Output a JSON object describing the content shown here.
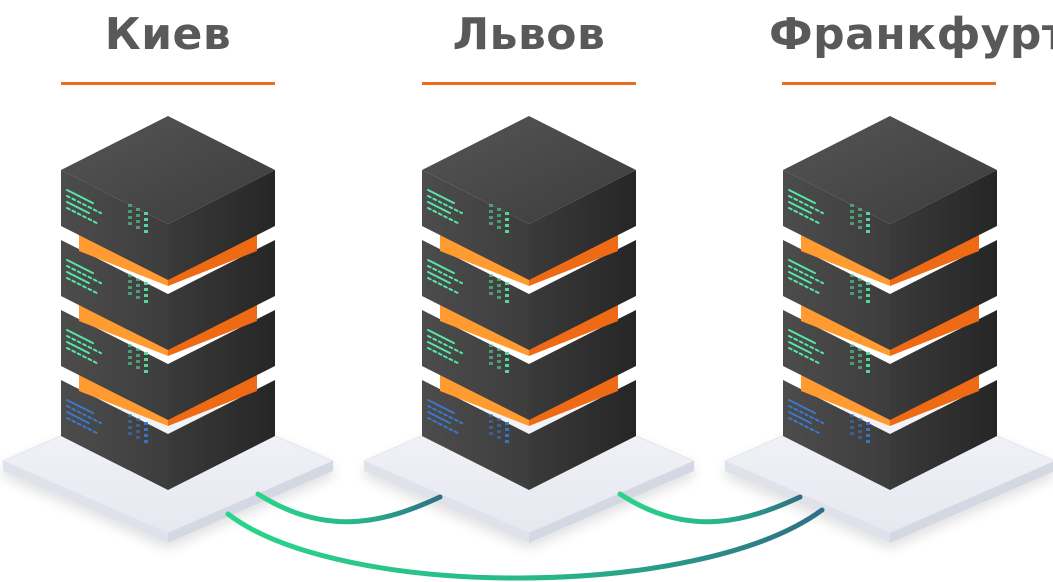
{
  "locations": [
    {
      "name": "Киев"
    },
    {
      "name": "Львов"
    },
    {
      "name": "Франкфурт"
    }
  ],
  "connections": [
    {
      "from": "Киев",
      "to": "Львов"
    },
    {
      "from": "Львов",
      "to": "Франкфурт"
    },
    {
      "from": "Киев",
      "to": "Франкфурт"
    }
  ],
  "colors": {
    "label_text": "#595959",
    "rule_start": "#f26b1d",
    "rule_end": "#f5a623",
    "server_top": "#4a4a4a",
    "server_side": "#333333",
    "server_accent": "#ff8a1a",
    "server_led": "#56e6a6",
    "server_blue": "#3b78c9",
    "link_start": "#2bd48a",
    "link_end": "#2e6f86",
    "platform": "#eef0f6"
  }
}
